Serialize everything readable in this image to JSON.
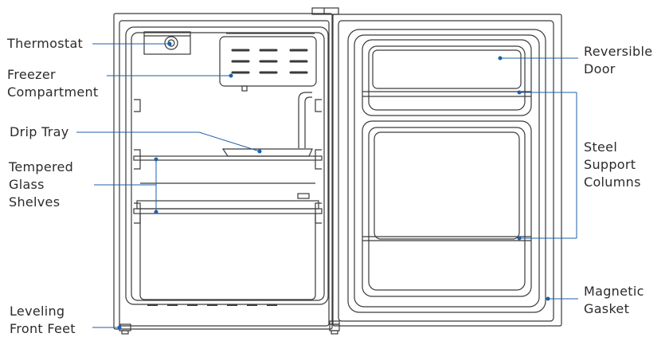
{
  "labels": {
    "thermostat": [
      "Thermostat"
    ],
    "freezer": [
      "Freezer",
      "Compartment"
    ],
    "drip_tray": [
      "Drip Tray"
    ],
    "shelves": [
      "Tempered",
      "Glass",
      "Shelves"
    ],
    "feet": [
      "Leveling",
      "Front Feet"
    ],
    "door": [
      "Reversible",
      "Door"
    ],
    "columns": [
      "Steel",
      "Support",
      "Columns"
    ],
    "gasket": [
      "Magnetic",
      "Gasket"
    ]
  },
  "colors": {
    "leader": "#1f5fa8",
    "outline": "#3a3a3a",
    "text": "#2b2b2b"
  }
}
